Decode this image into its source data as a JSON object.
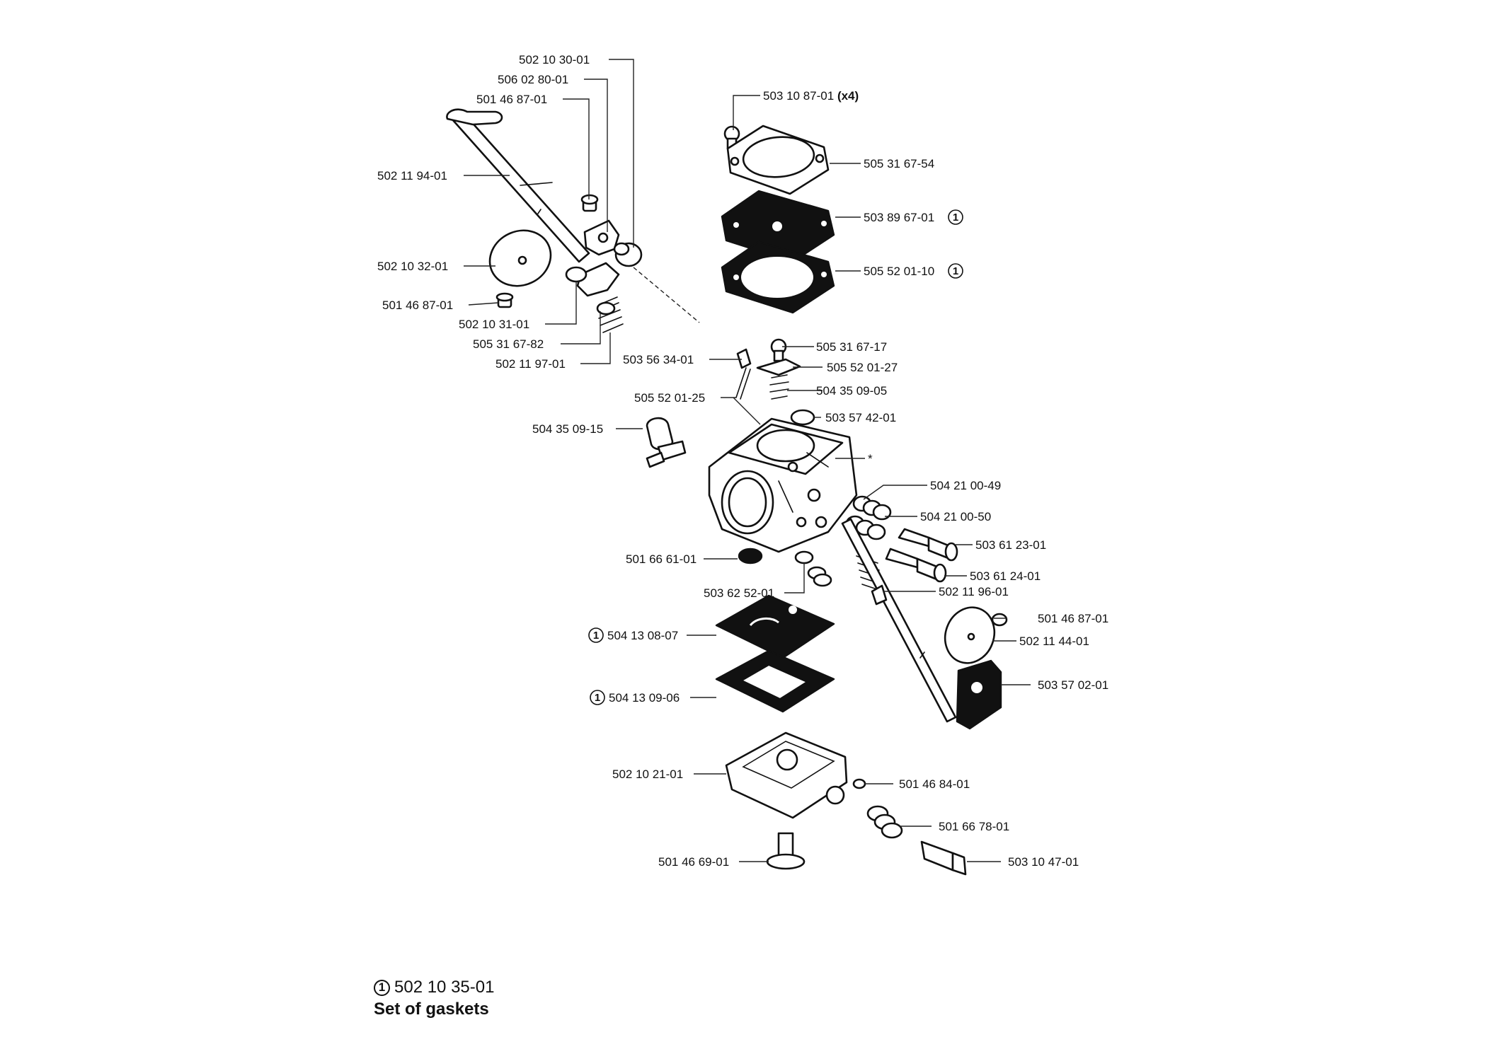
{
  "labels": {
    "l01": "502 10 30-01",
    "l02": "506 02 80-01",
    "l03": "501 46 87-01",
    "l04": "502 11 94-01",
    "l05": "502 10 32-01",
    "l06": "501 46 87-01",
    "l07": "502 10 31-01",
    "l08": "505 31 67-82",
    "l09": "502 11 97-01",
    "l10": "503 10 87-01",
    "l10_suffix": "(x4)",
    "l11": "505 31 67-54",
    "l12": "503 89 67-01",
    "l13": "505 52 01-10",
    "l14": "505 31 67-17",
    "l15": "503 56 34-01",
    "l16": "505 52 01-27",
    "l17": "504 35 09-05",
    "l18": "505 52 01-25",
    "l19": "503 57 42-01",
    "l20": "504 35 09-15",
    "l21": "*",
    "l22": "504 21 00-49",
    "l23": "504 21 00-50",
    "l24": "503 61 23-01",
    "l25": "501 66 61-01",
    "l26": "503 61 24-01",
    "l27": "503 62 52-01",
    "l28": "502 11 96-01",
    "l29": "501 46 87-01",
    "l30": "504 13 08-07",
    "l31": "502 11 44-01",
    "l32": "504 13 09-06",
    "l33": "503 57 02-01",
    "l34": "502 10 21-01",
    "l35": "501 46 84-01",
    "l36": "501 66 78-01",
    "l37": "501 46 69-01",
    "l38": "503 10 47-01"
  },
  "marker_symbol": "1",
  "footnote": {
    "marker": "1",
    "part_number": "502 10 35-01",
    "description": "Set of gaskets"
  }
}
